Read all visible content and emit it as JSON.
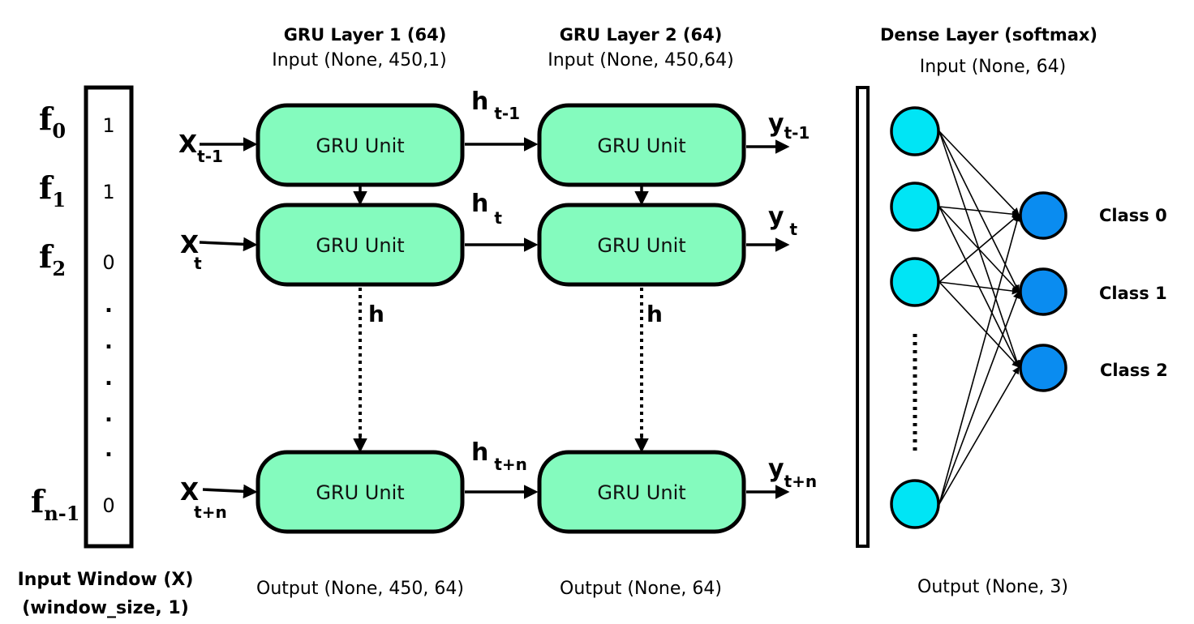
{
  "input_window": {
    "features": [
      {
        "base": "f",
        "sub": "0",
        "value": "1"
      },
      {
        "base": "f",
        "sub": "1",
        "value": "1"
      },
      {
        "base": "f",
        "sub": "2",
        "value": "0"
      },
      {
        "base": "f",
        "sub": "n-1",
        "value": "0"
      }
    ],
    "ellipsis": ".",
    "caption_line1": "Input Window (X)",
    "caption_line2": "(window_size, 1)"
  },
  "gru_layer_1": {
    "title": "GRU Layer 1 (64)",
    "input_shape": "Input (None, 450,1)",
    "output_shape": "Output (None, 450, 64)",
    "unit_label": "GRU Unit",
    "inputs": [
      {
        "base": "X",
        "sub": "t-1"
      },
      {
        "base": "X",
        "sub": "t"
      },
      {
        "base": "X",
        "sub": "t+n"
      }
    ],
    "skip_label": "h"
  },
  "gru_layer_2": {
    "title": "GRU Layer 2 (64)",
    "input_shape": "Input (None, 450,64)",
    "output_shape": "Output (None, 64)",
    "unit_label": "GRU Unit",
    "outputs": [
      {
        "base": "y",
        "sub": "t-1"
      },
      {
        "base": "y",
        "sub": " t"
      },
      {
        "base": "y",
        "sub": "t+n"
      }
    ],
    "skip_label": "h"
  },
  "hidden_states": [
    {
      "base": "h",
      "sub": " t-1"
    },
    {
      "base": "h",
      "sub": " t"
    },
    {
      "base": "h",
      "sub": " t+n"
    }
  ],
  "dense_layer": {
    "title": "Dense Layer (softmax)",
    "input_shape": "Input (None, 64)",
    "output_shape": "Output (None, 3)",
    "classes": [
      "Class 0",
      "Class 1",
      "Class 2"
    ],
    "colors": {
      "input_node": "#00e5f5",
      "output_node": "#0a8cf0"
    }
  },
  "colors": {
    "gru_unit_fill": "#84fbbe"
  }
}
